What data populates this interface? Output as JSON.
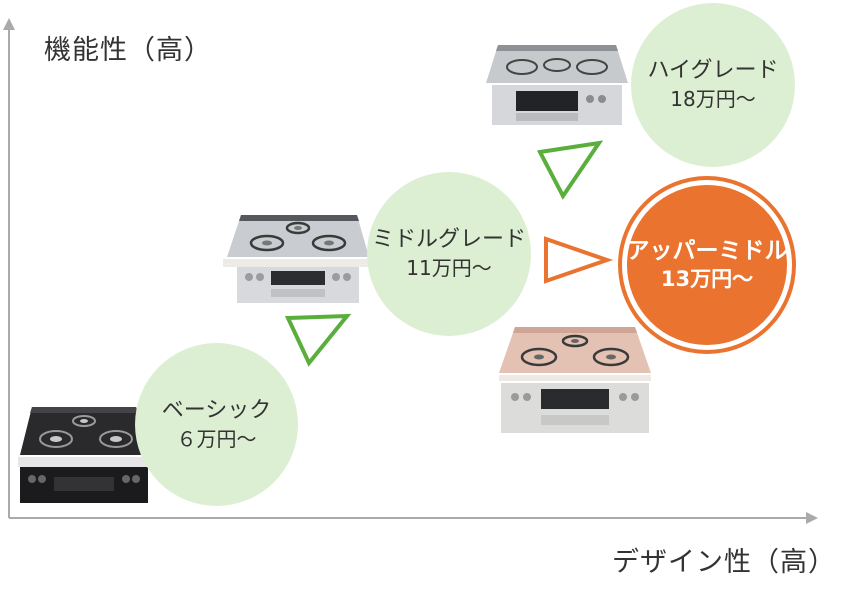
{
  "axes": {
    "y_label": "機能性（高）",
    "x_label": "デザイン性（高）"
  },
  "grades": [
    {
      "name": "ベーシック",
      "price": "６万円～",
      "stove": "black-glass-top-stove",
      "highlighted": false
    },
    {
      "name": "ミドルグレード",
      "price": "11万円～",
      "stove": "silver-stove",
      "highlighted": false
    },
    {
      "name": "アッパーミドル",
      "price": "13万円～",
      "stove": "pink-glass-top-stove",
      "highlighted": true
    },
    {
      "name": "ハイグレード",
      "price": "18万円～",
      "stove": "premium-silver-stove",
      "highlighted": false
    }
  ],
  "colors": {
    "circle_fill": "#dcefd2",
    "highlight_fill": "#e9732f",
    "arrow_stroke": "#5aae3c",
    "highlight_arrow_stroke": "#e9732f",
    "axis": "#aaaaaa"
  }
}
